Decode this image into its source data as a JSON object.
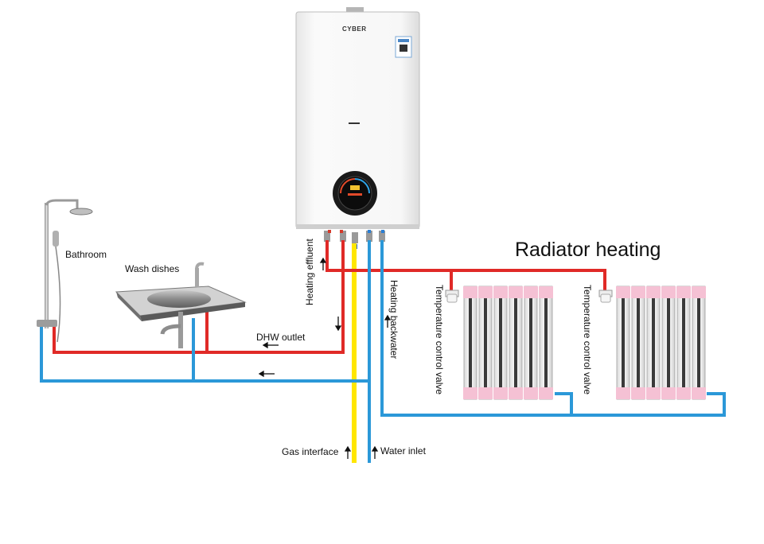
{
  "diagram": {
    "title": "Radiator heating",
    "labels": {
      "bathroom": "Bathroom",
      "wash_dishes": "Wash dishes",
      "dhw_outlet": "DHW outlet",
      "heating_effluent": "Heating effluent",
      "heating_backwater": "Heating backwater",
      "temp_valve_1": "Temperature control valve",
      "temp_valve_2": "Temperature control valve",
      "gas_interface": "Gas interface",
      "water_inlet": "Water inlet"
    },
    "boiler": {
      "brand": "CYBER"
    },
    "colors": {
      "hot": "#e02a27",
      "cold": "#2b98d8",
      "gas": "#ffe600",
      "radiator": "#f5c1d4",
      "boiler": "#f3f3f3"
    }
  }
}
